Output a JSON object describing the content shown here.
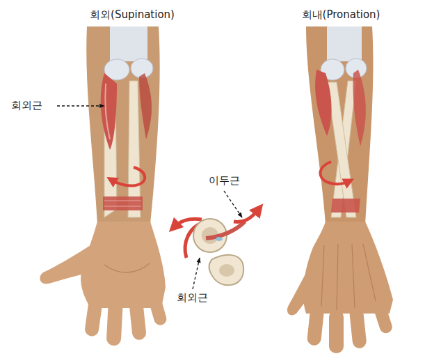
{
  "diagram": {
    "labels": [
      "회외(Supination)",
      "회내(Pronation)",
      "회외근",
      "이두근",
      "회외근"
    ]
  }
}
